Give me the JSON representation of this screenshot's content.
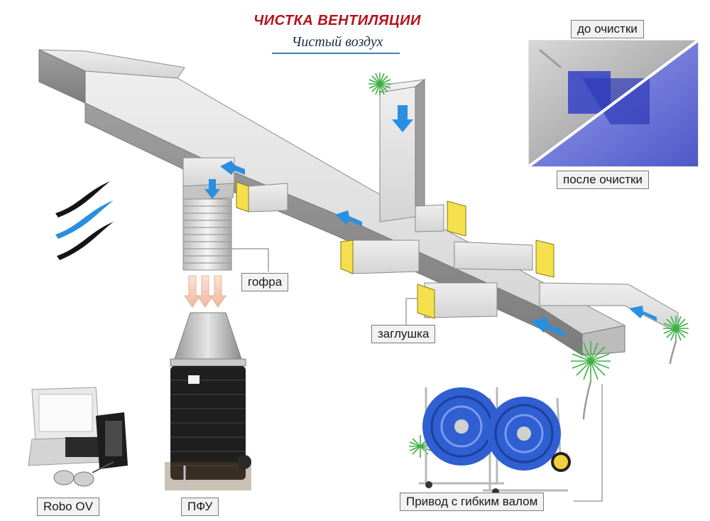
{
  "header": {
    "title": "ЧИСТКА ВЕНТИЛЯЦИИ",
    "subtitle": "Чистый воздух"
  },
  "labels": {
    "before": "до очистки",
    "after": "после очистки",
    "gofra": "гофра",
    "zaglushka": "заглушка",
    "robo": "Robo OV",
    "pfu": "ПФУ",
    "drive": "Привод с гибким валом"
  },
  "colors": {
    "title": "#b5121b",
    "duct": "#d9d9d9",
    "arrow": "#2a8fe0",
    "plug": "#f4e04d",
    "brush": "#3cb043",
    "reel": "#2f5fd0"
  },
  "icons": [
    "air-waves-icon",
    "brush-icon",
    "flow-arrow-icon",
    "plug-icon"
  ]
}
